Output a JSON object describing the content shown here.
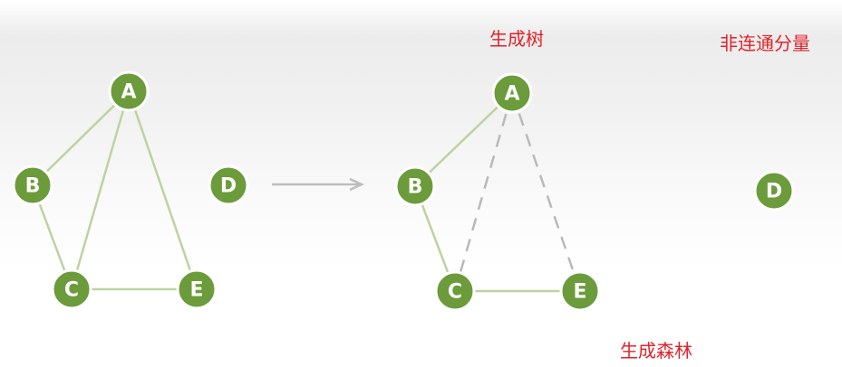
{
  "annotations": {
    "spanning_tree": "生成树",
    "disconnected_component": "非连通分量",
    "spanning_forest": "生成森林"
  },
  "colors": {
    "node_fill": "#6b9b3a",
    "edge": "#bdd3a0",
    "dashed_edge": "#b9b9b9",
    "annotation": "#e0232b"
  },
  "graph_left": {
    "nodes": [
      {
        "id": "A",
        "label": "A"
      },
      {
        "id": "B",
        "label": "B"
      },
      {
        "id": "C",
        "label": "C"
      },
      {
        "id": "D",
        "label": "D"
      },
      {
        "id": "E",
        "label": "E"
      }
    ],
    "edges": [
      {
        "from": "A",
        "to": "B",
        "style": "solid"
      },
      {
        "from": "A",
        "to": "C",
        "style": "solid"
      },
      {
        "from": "A",
        "to": "E",
        "style": "solid"
      },
      {
        "from": "B",
        "to": "C",
        "style": "solid"
      },
      {
        "from": "C",
        "to": "E",
        "style": "solid"
      }
    ]
  },
  "graph_right": {
    "nodes": [
      {
        "id": "A",
        "label": "A"
      },
      {
        "id": "B",
        "label": "B"
      },
      {
        "id": "C",
        "label": "C"
      },
      {
        "id": "D",
        "label": "D"
      },
      {
        "id": "E",
        "label": "E"
      }
    ],
    "edges": [
      {
        "from": "A",
        "to": "B",
        "style": "solid"
      },
      {
        "from": "B",
        "to": "C",
        "style": "solid"
      },
      {
        "from": "C",
        "to": "E",
        "style": "solid"
      },
      {
        "from": "A",
        "to": "C",
        "style": "dashed"
      },
      {
        "from": "A",
        "to": "E",
        "style": "dashed"
      }
    ]
  }
}
